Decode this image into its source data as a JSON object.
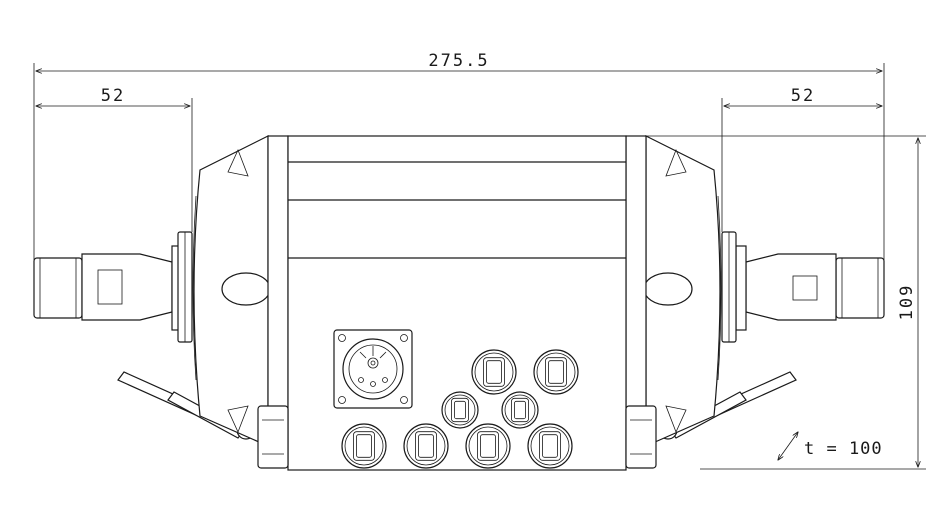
{
  "dimensions": {
    "overall_width": "275.5",
    "left_shaft": "52",
    "right_shaft": "52",
    "height": "109"
  },
  "thickness_note": "t = 100",
  "colors": {
    "line": "#1a1a1a",
    "background": "#ffffff"
  }
}
